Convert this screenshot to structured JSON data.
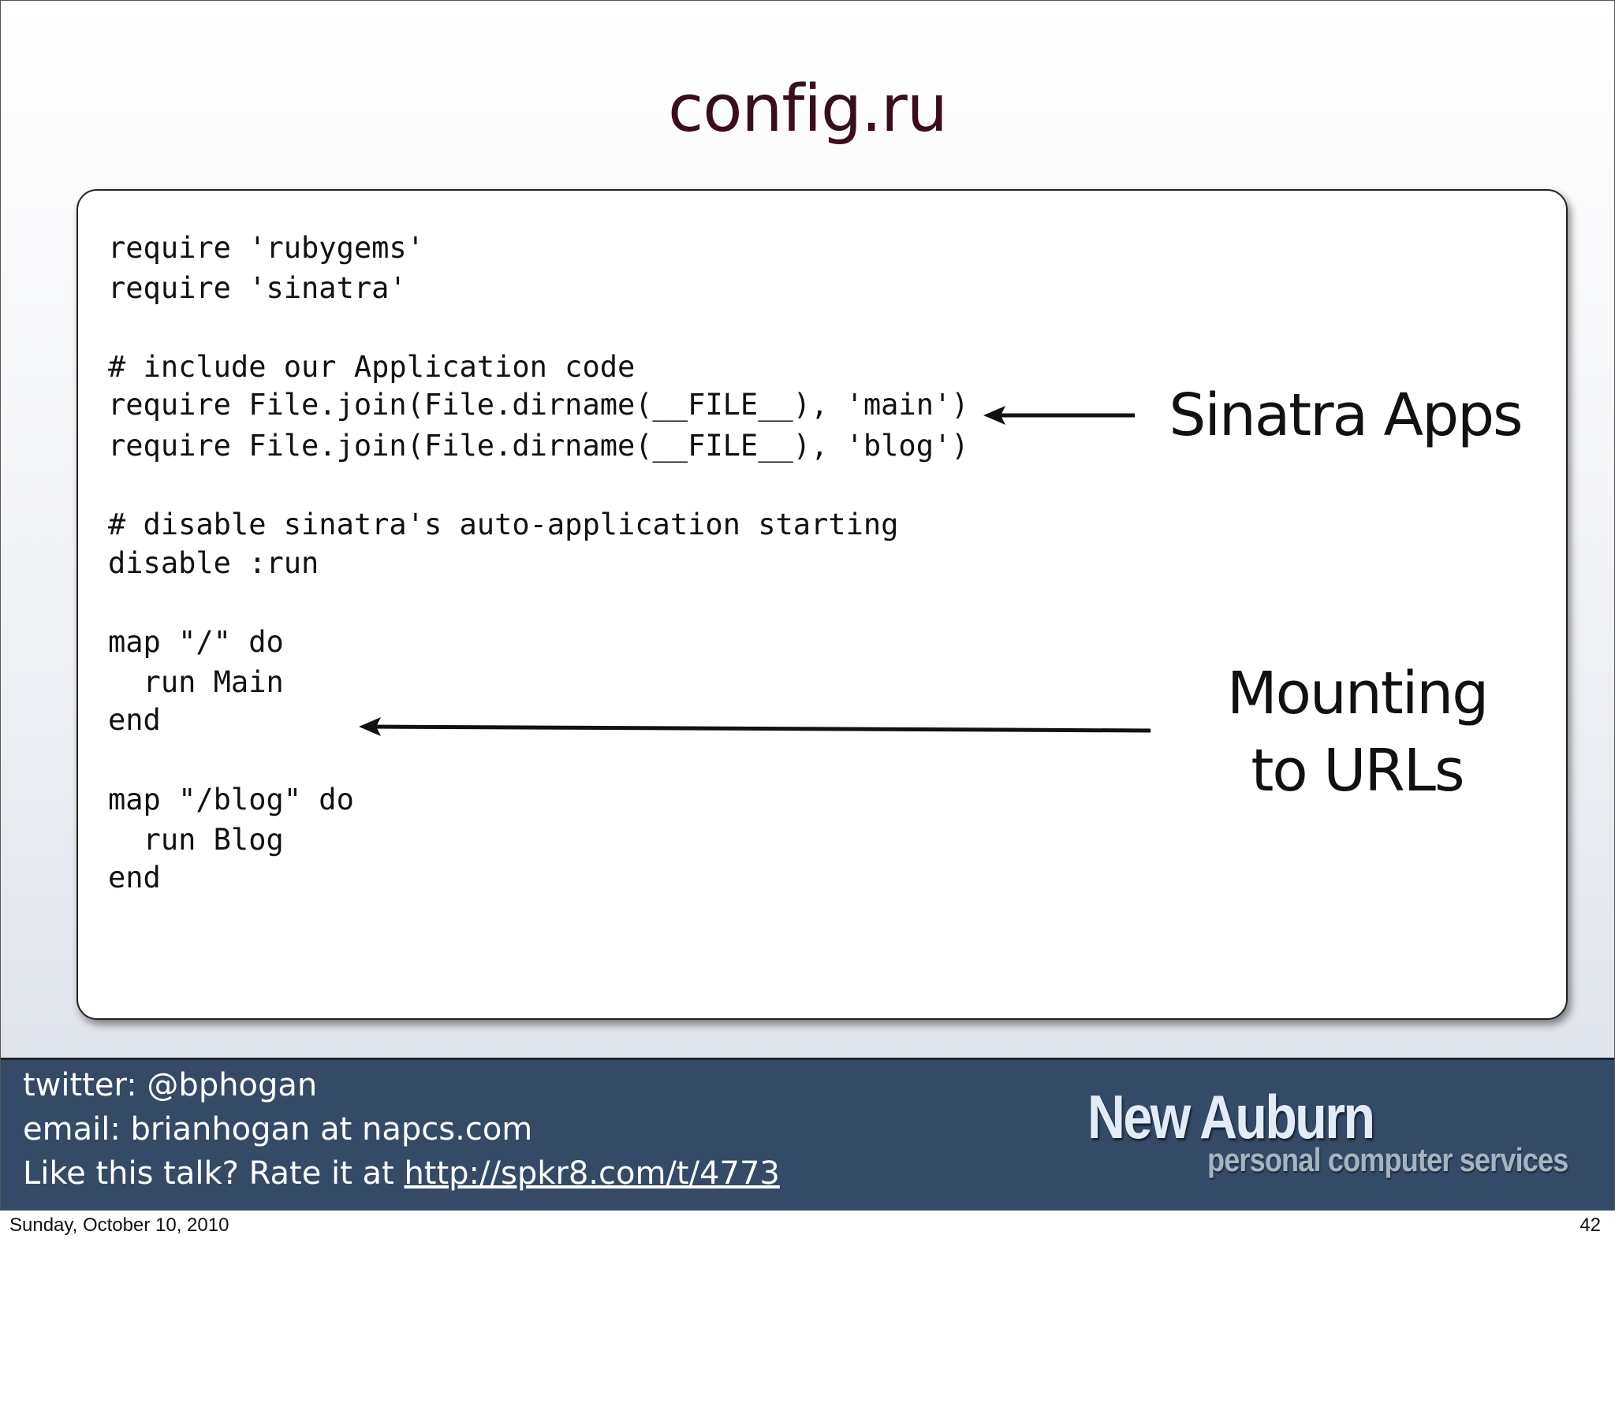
{
  "slide": {
    "title": "config.ru",
    "code_lines": [
      "require 'rubygems'",
      "require 'sinatra'",
      "# include our Application code",
      "require File.join(File.dirname(__FILE__), 'main')",
      "require File.join(File.dirname(__FILE__), 'blog')",
      "# disable sinatra's auto-application starting",
      "disable :run",
      "map \"/\" do",
      "  run Main",
      "end",
      "map \"/blog\" do",
      "  run Blog",
      "end"
    ],
    "annotations": {
      "sinatra_apps": "Sinatra Apps",
      "mounting_line1": "Mounting",
      "mounting_line2": "to URLs"
    }
  },
  "footer": {
    "twitter": "twitter: @bphogan",
    "email": "email: brianhogan at napcs.com",
    "rate_prefix": "Like this talk? Rate it at ",
    "rate_link": "http://spkr8.com/t/4773",
    "logo_main": "New Auburn",
    "logo_sub": "personal computer services"
  },
  "meta": {
    "date": "Sunday, October 10, 2010",
    "page_number": "42"
  },
  "colors": {
    "title": "#3a0e1c",
    "footer_band": "#344a66",
    "code_text": "#111111"
  }
}
